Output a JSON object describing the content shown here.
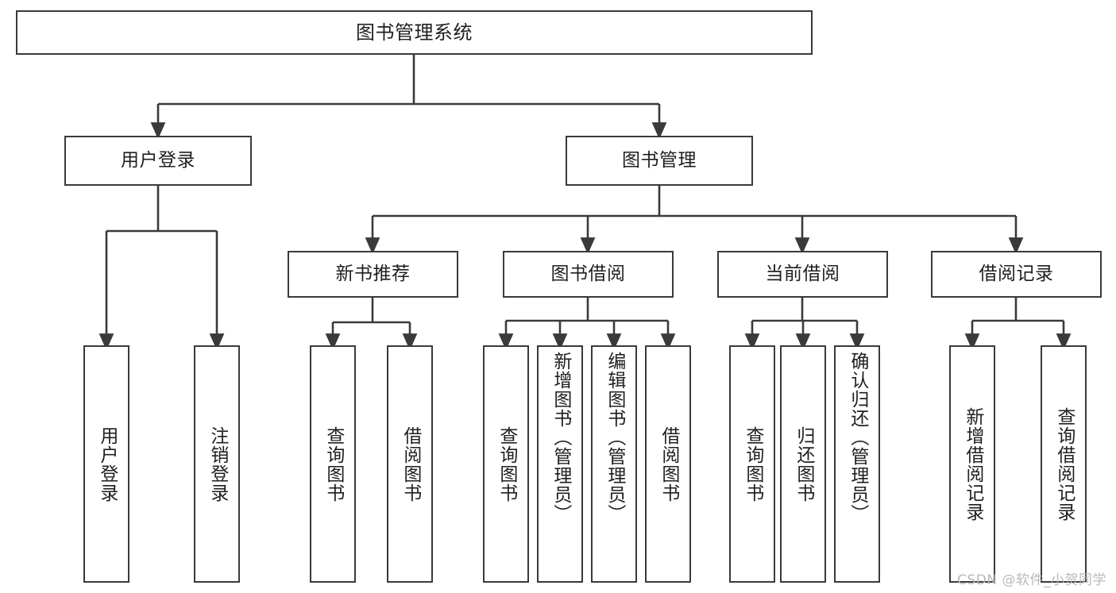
{
  "diagram": {
    "title": "图书管理系统",
    "type": "tree-hierarchy",
    "watermark": "CSDN @软件_小贺同学",
    "colors": {
      "box_border": "#3a3a3a",
      "box_fill": "#ffffff",
      "edge": "#3a3a3a",
      "text": "#1f1f1f",
      "watermark": "#b9b9b9",
      "background": "#ffffff"
    },
    "nodes": {
      "root": {
        "label": "图书管理系统"
      },
      "level2": [
        {
          "label": "用户登录"
        },
        {
          "label": "图书管理"
        }
      ],
      "level3": [
        {
          "label": "新书推荐"
        },
        {
          "label": "图书借阅"
        },
        {
          "label": "当前借阅"
        },
        {
          "label": "借阅记录"
        }
      ],
      "leaves_user_login": [
        {
          "label": "用户登录"
        },
        {
          "label": "注销登录"
        }
      ],
      "leaves_new_book": [
        {
          "label": "查询图书"
        },
        {
          "label": "借阅图书"
        }
      ],
      "leaves_borrow": [
        {
          "label": "查询图书"
        },
        {
          "label": "新增图书（管理员）"
        },
        {
          "label": "编辑图书（管理员）"
        },
        {
          "label": "借阅图书"
        }
      ],
      "leaves_current": [
        {
          "label": "查询图书"
        },
        {
          "label": "归还图书"
        },
        {
          "label": "确认归还（管理员）"
        }
      ],
      "leaves_record": [
        {
          "label": "新增借阅记录"
        },
        {
          "label": "查询借阅记录"
        }
      ]
    }
  }
}
